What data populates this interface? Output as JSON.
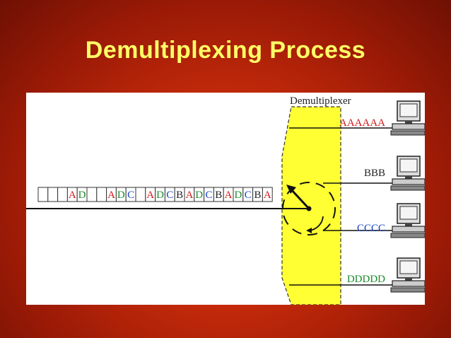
{
  "title": "Demultiplexing Process",
  "diagram": {
    "demux_label": "Demultiplexer",
    "frame_cells": [
      "",
      "",
      "",
      "A",
      "D",
      "",
      "",
      "A",
      "D",
      "C",
      "",
      "A",
      "D",
      "C",
      "B",
      "A",
      "D",
      "C",
      "B",
      "A",
      "D",
      "C",
      "B",
      "A"
    ],
    "outputs": [
      {
        "label": "AAAAAA",
        "color": "#d01818"
      },
      {
        "label": "BBB",
        "color": "#222222"
      },
      {
        "label": "CCCC",
        "color": "#1a44c8"
      },
      {
        "label": "DDDDD",
        "color": "#1a8a2a"
      }
    ],
    "colors": {
      "A": "#d01818",
      "B": "#222222",
      "C": "#1a44c8",
      "D": "#1a8a2a",
      "demux_fill": "#ffff33"
    }
  }
}
